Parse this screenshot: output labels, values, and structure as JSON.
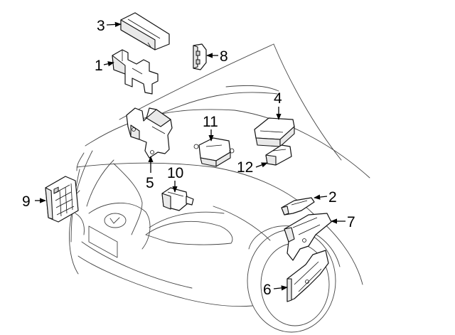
{
  "callouts": [
    {
      "id": "3",
      "text": "3"
    },
    {
      "id": "1",
      "text": "1"
    },
    {
      "id": "8",
      "text": "8"
    },
    {
      "id": "4",
      "text": "4"
    },
    {
      "id": "11",
      "text": "11"
    },
    {
      "id": "5",
      "text": "5"
    },
    {
      "id": "12",
      "text": "12"
    },
    {
      "id": "10",
      "text": "10"
    },
    {
      "id": "2",
      "text": "2"
    },
    {
      "id": "9",
      "text": "9"
    },
    {
      "id": "7",
      "text": "7"
    },
    {
      "id": "6",
      "text": "6"
    }
  ],
  "colors": {
    "line": "#111111",
    "car_outline": "#444444",
    "background": "#ffffff"
  }
}
